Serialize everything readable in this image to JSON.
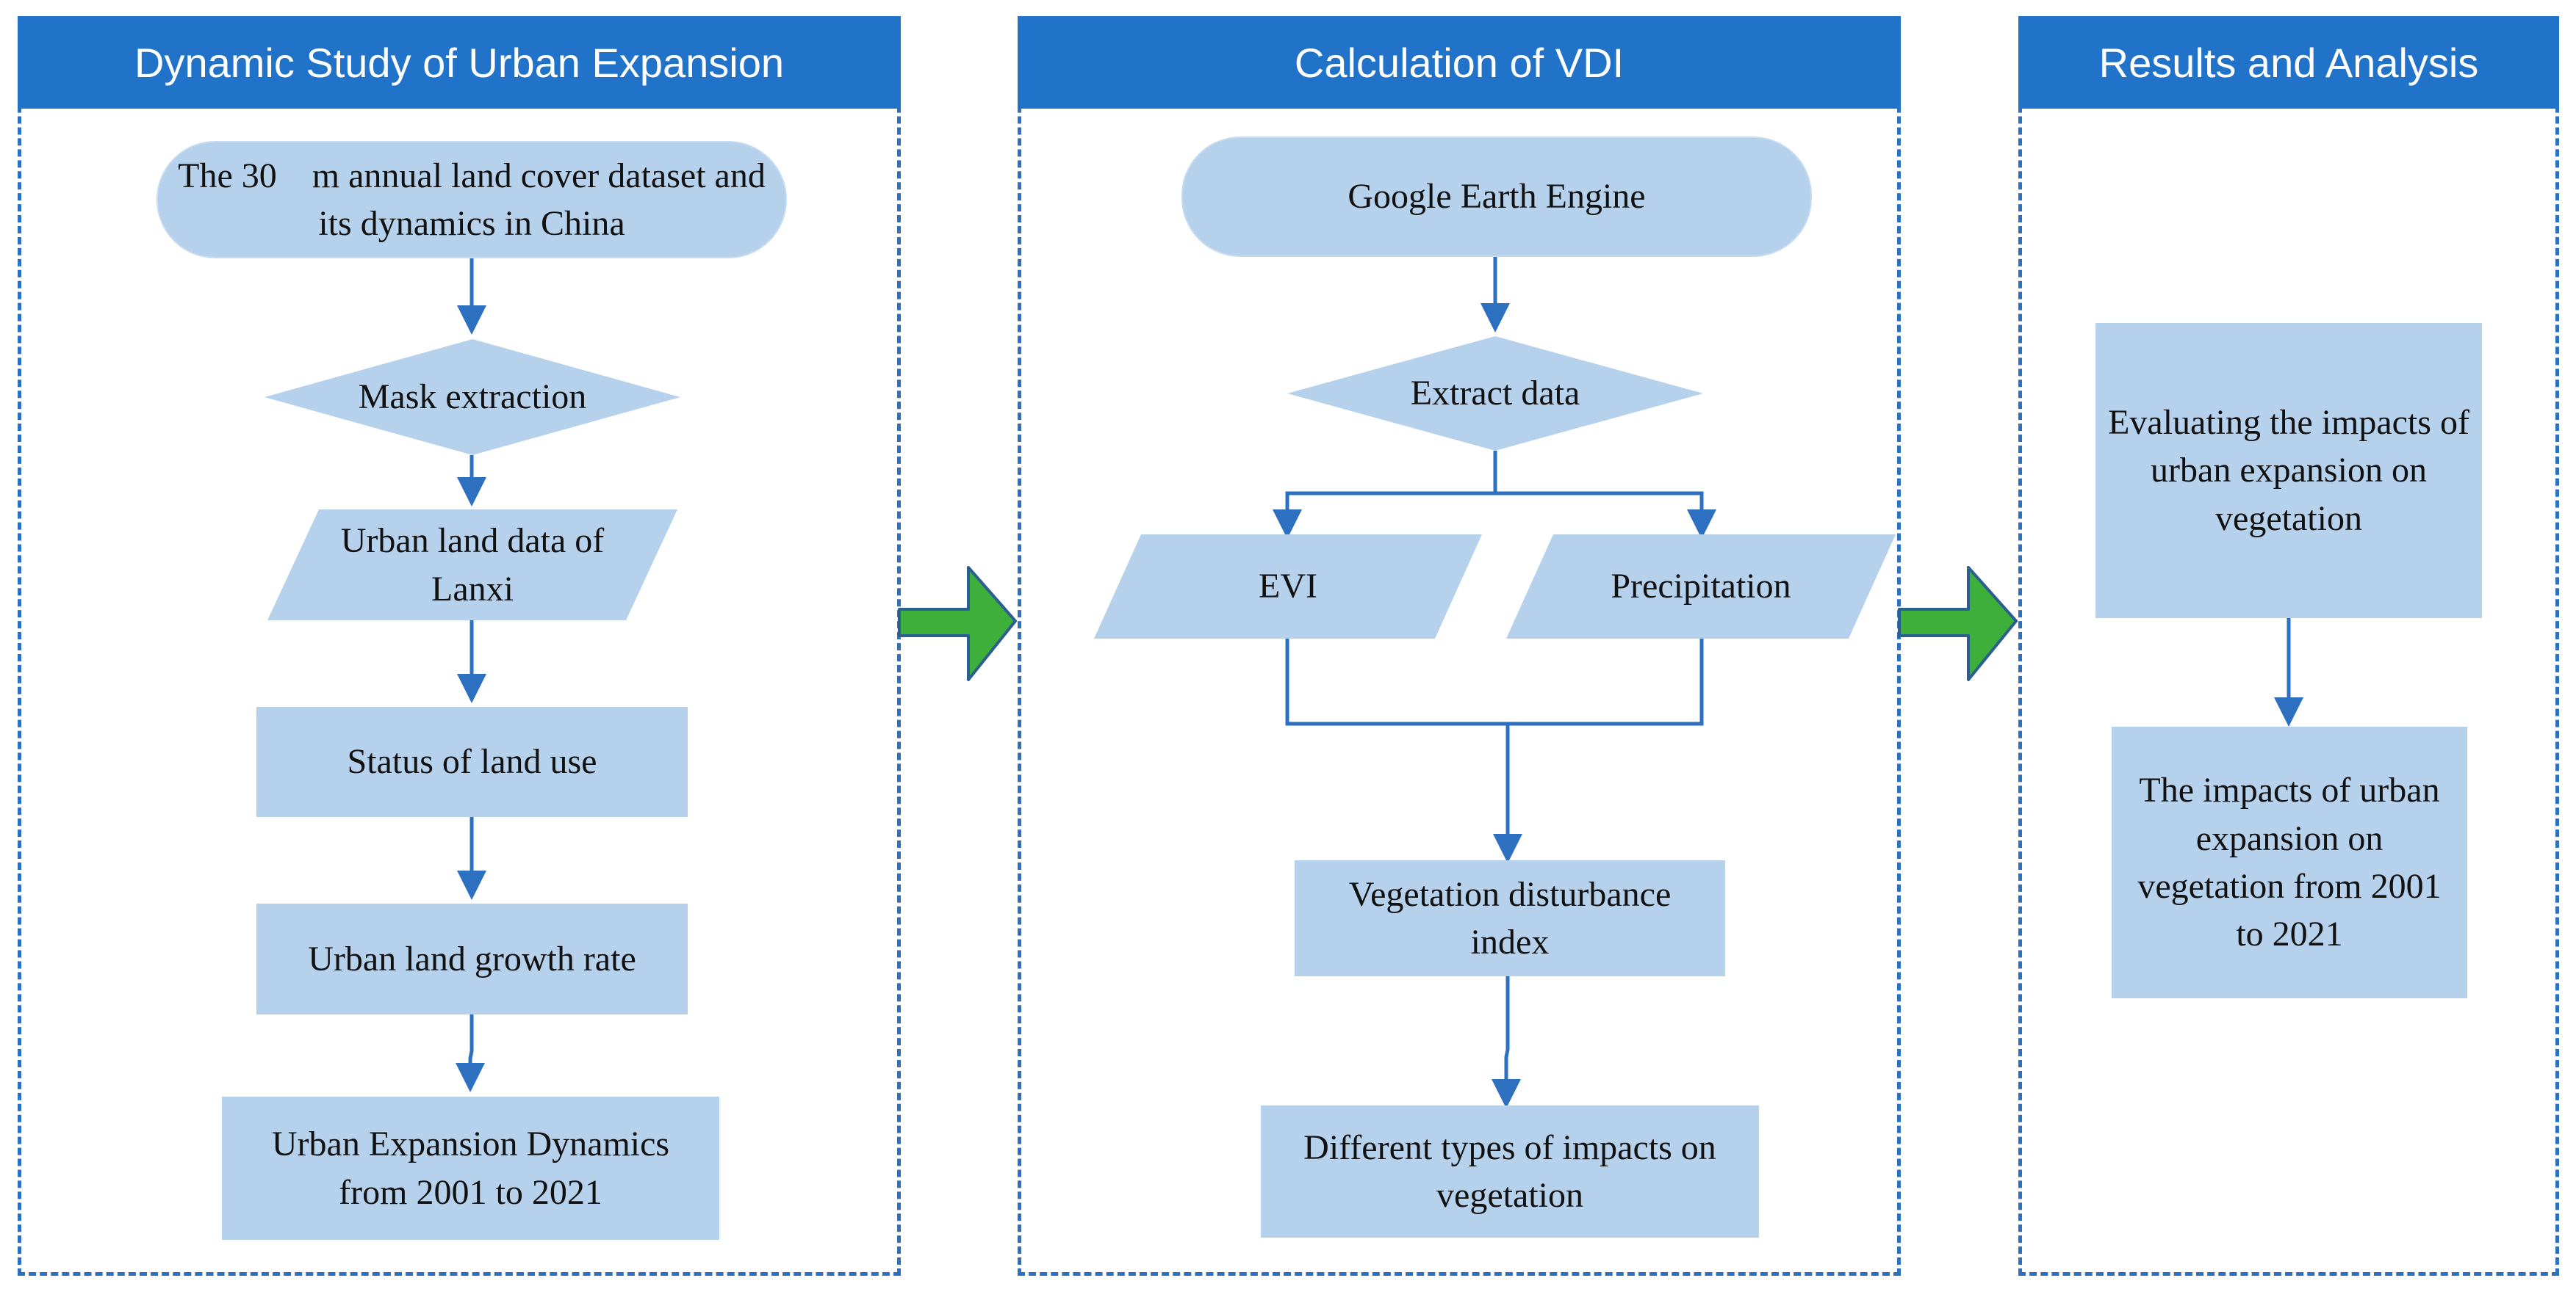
{
  "panels": {
    "left": {
      "title": "Dynamic Study of Urban Expansion"
    },
    "middle": {
      "title": "Calculation of VDI"
    },
    "right": {
      "title": "Results and Analysis"
    }
  },
  "left_nodes": {
    "dataset": "The 30 m annual land cover dataset and its dynamics in China",
    "mask_extraction": "Mask extraction",
    "urban_land_data": "Urban land data of Lanxi",
    "status_land_use": "Status of land use",
    "growth_rate": "Urban land growth rate",
    "expansion_dynamics": "Urban Expansion Dynamics from 2001 to 2021"
  },
  "middle_nodes": {
    "gee": "Google Earth Engine",
    "extract_data": "Extract data",
    "evi": "EVI",
    "precipitation": "Precipitation",
    "vdi": "Vegetation disturbance index",
    "impact_types": "Different types of impacts on vegetation"
  },
  "right_nodes": {
    "evaluating": "Evaluating the impacts of urban expansion on vegetation",
    "impacts": "The impacts of urban expansion on vegetation from 2001 to 2021"
  },
  "colors": {
    "header": "#2073c8",
    "node_fill": "#b6d1ec",
    "connector": "#2d70c0",
    "big_arrow_fill": "#3daf3a",
    "big_arrow_stroke": "#2a5f8f"
  }
}
